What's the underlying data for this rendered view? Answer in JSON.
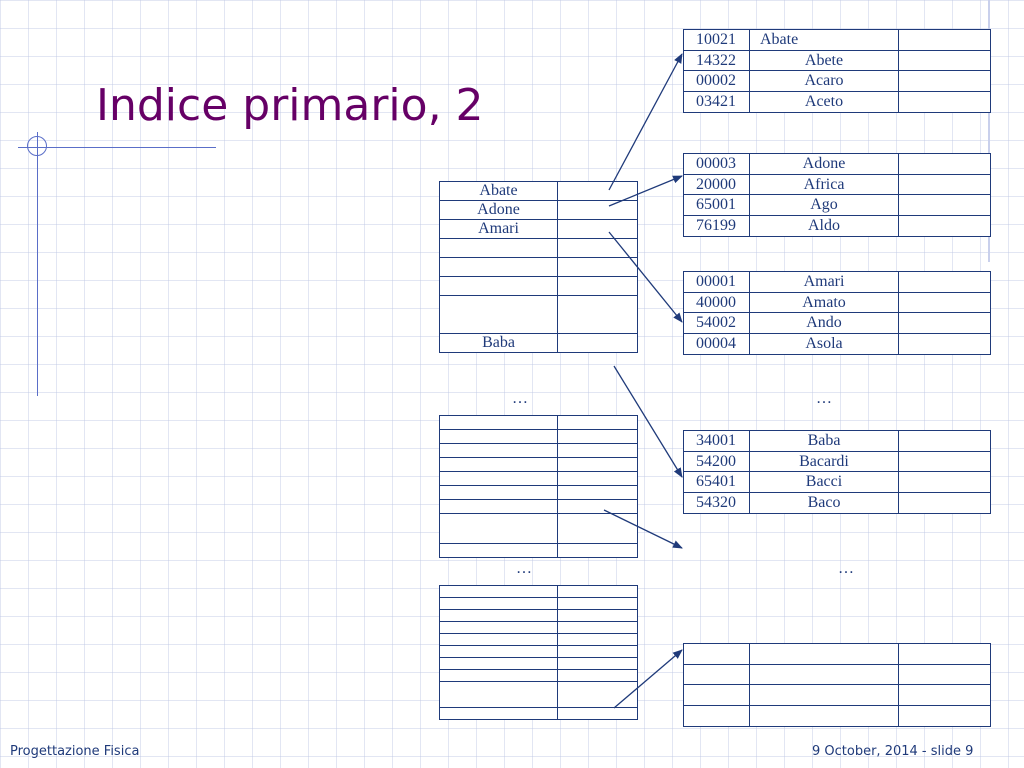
{
  "title": "Indice primario, 2",
  "footer": {
    "left": "Progettazione Fisica",
    "right": "9 October, 2014 - slide 9"
  },
  "ellipsis": "…",
  "index_tables": [
    {
      "rows": [
        {
          "key": "Abate"
        },
        {
          "key": "Adone"
        },
        {
          "key": "Amari"
        },
        {
          "key": ""
        },
        {
          "key": ""
        },
        {
          "key": ""
        },
        {
          "key": ""
        },
        {
          "key": "Baba"
        }
      ]
    },
    {
      "rows": [
        {
          "key": ""
        },
        {
          "key": ""
        },
        {
          "key": ""
        },
        {
          "key": ""
        },
        {
          "key": ""
        },
        {
          "key": ""
        },
        {
          "key": ""
        },
        {
          "key": ""
        },
        {
          "key": ""
        }
      ]
    },
    {
      "rows": [
        {
          "key": ""
        },
        {
          "key": ""
        },
        {
          "key": ""
        },
        {
          "key": ""
        },
        {
          "key": ""
        },
        {
          "key": ""
        },
        {
          "key": ""
        },
        {
          "key": ""
        },
        {
          "key": ""
        },
        {
          "key": ""
        }
      ]
    }
  ],
  "data_tables": [
    {
      "rows": [
        {
          "code": "10021",
          "name": "Abate"
        },
        {
          "code": "14322",
          "name": "Abete"
        },
        {
          "code": "00002",
          "name": "Acaro"
        },
        {
          "code": "03421",
          "name": "Aceto"
        }
      ]
    },
    {
      "rows": [
        {
          "code": "00003",
          "name": "Adone"
        },
        {
          "code": "20000",
          "name": "Africa"
        },
        {
          "code": "65001",
          "name": "Ago"
        },
        {
          "code": "76199",
          "name": "Aldo"
        }
      ]
    },
    {
      "rows": [
        {
          "code": "00001",
          "name": "Amari"
        },
        {
          "code": "40000",
          "name": "Amato"
        },
        {
          "code": "54002",
          "name": "Ando"
        },
        {
          "code": "00004",
          "name": "Asola"
        }
      ]
    },
    {
      "rows": [
        {
          "code": "34001",
          "name": "Baba"
        },
        {
          "code": "54200",
          "name": "Bacardi"
        },
        {
          "code": "65401",
          "name": "Bacci"
        },
        {
          "code": "54320",
          "name": "Baco"
        }
      ]
    },
    {
      "rows": [
        {
          "code": "",
          "name": ""
        },
        {
          "code": "",
          "name": ""
        },
        {
          "code": "",
          "name": ""
        },
        {
          "code": "",
          "name": ""
        }
      ]
    }
  ]
}
